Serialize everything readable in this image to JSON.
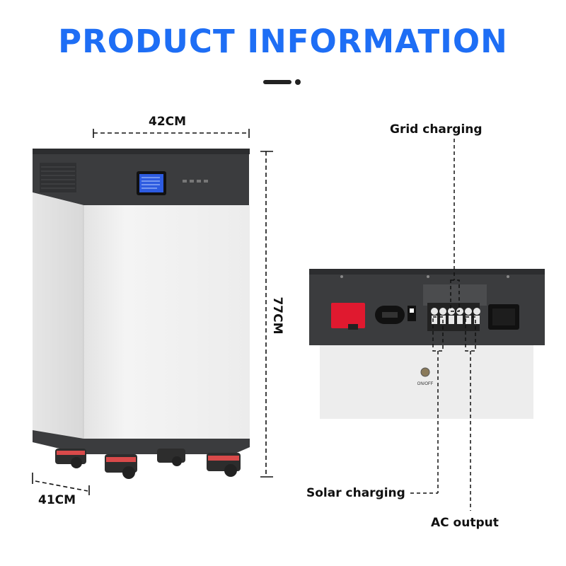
{
  "header": {
    "title": "PRODUCT INFORMATION"
  },
  "dimensions": {
    "width": "42CM",
    "height": "77CM",
    "depth": "41CM"
  },
  "ports": {
    "grid": "Grid charging",
    "solar": "Solar charging",
    "ac": "AC output",
    "switch": "ON/OFF"
  },
  "colors": {
    "accent": "#1e6ef5",
    "body": "#f1f1f1",
    "top": "#3a3b3d",
    "breaker": "#e0192f"
  }
}
